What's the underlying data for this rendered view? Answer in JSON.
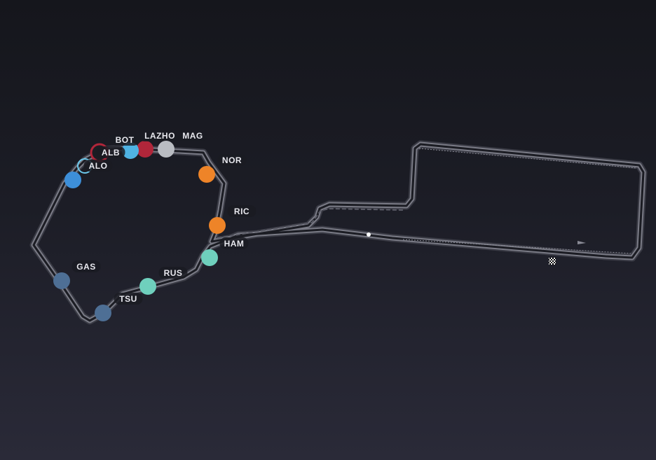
{
  "track_map": {
    "colors": {
      "track_outer": "#3a3b45",
      "track_inner": "#1b1c23",
      "track_edge": "#6e6f7a",
      "label_bg": "#1a1b22",
      "label_text": "#e8e8ee"
    },
    "markers": {
      "start_finish": "checkered-flag-icon",
      "sector_marker": "white-dot"
    },
    "drivers": [
      {
        "code": "LAZHO",
        "color": "#b0263a",
        "team": "red"
      },
      {
        "code": "MAG",
        "color": "#b9bcc2",
        "team": "silver"
      },
      {
        "code": "BOT",
        "color": "#4fb3e3",
        "team": "lightblue"
      },
      {
        "code": "ALB",
        "color": "#b0263a",
        "team": "red"
      },
      {
        "code": "ALO",
        "color": "#3d8fd9",
        "team": "blue"
      },
      {
        "code": "NOR",
        "color": "#ee8428",
        "team": "orange"
      },
      {
        "code": "RIC",
        "color": "#ee8428",
        "team": "orange"
      },
      {
        "code": "HAM",
        "color": "#6fd0bd",
        "team": "teal"
      },
      {
        "code": "RUS",
        "color": "#6fd0bd",
        "team": "teal"
      },
      {
        "code": "TSU",
        "color": "#4e6f95",
        "team": "slate"
      },
      {
        "code": "GAS",
        "color": "#4e6f95",
        "team": "slate"
      }
    ]
  }
}
